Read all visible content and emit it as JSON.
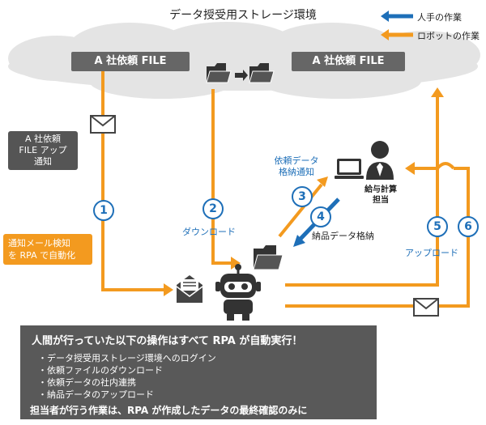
{
  "title": "データ授受用ストレージ環境",
  "legend": {
    "manual": {
      "label": "人手の作業",
      "color": "#1e6fb8"
    },
    "robot": {
      "label": "ロボットの作業",
      "color": "#f39a1f"
    }
  },
  "storage": {
    "left_file": "A 社依頼 FILE",
    "right_file": "A 社依頼 FILE"
  },
  "notes": {
    "notification": [
      "A 社依頼",
      "FILE アップ",
      "通知"
    ],
    "automation": [
      "通知メール検知",
      "を RPA で自動化"
    ]
  },
  "labels": {
    "download": "ダウンロード",
    "request_notice": [
      "依頼データ",
      "格納通知"
    ],
    "deliver_store": "納品データ格納",
    "upload": "アップロード",
    "person": [
      "給与計算",
      "担当"
    ]
  },
  "steps": [
    "1",
    "2",
    "3",
    "4",
    "5",
    "6"
  ],
  "summary": {
    "heading": "人間が行っていた以下の操作はすべて RPA が自動実行！",
    "items": [
      "・データ授受用ストレージ環境へのログイン",
      "・依頼ファイルのダウンロード",
      "・依頼データの社内連携",
      "・納品データのアップロード"
    ],
    "footer": "担当者が行う作業は、RPA が作成したデータの最終確認のみに"
  }
}
